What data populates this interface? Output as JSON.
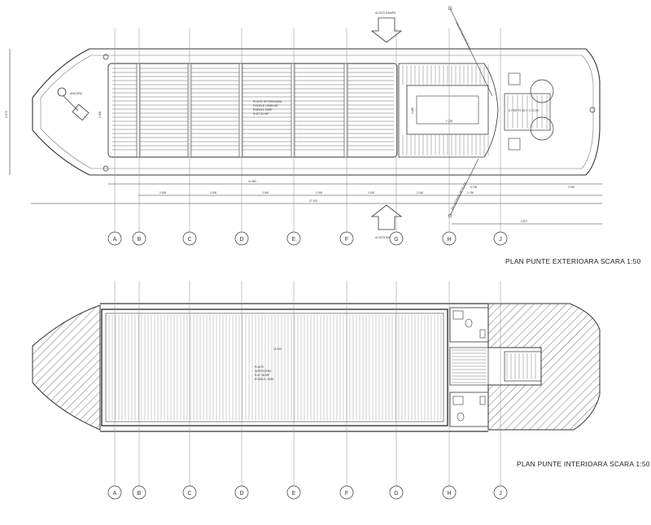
{
  "top_plan": {
    "title": "PLAN PUNTE EXTERIOARA SCARA 1:50",
    "label_anchor": "ANCORA",
    "label_ramp_top": "ACCES RAMPA",
    "label_ramp_bottom": "ACCES RAMPA",
    "label_deck": [
      "PUNTE EXTERIOARA",
      "PODELE LEMN DE",
      "ESENTA TARE",
      "S=87.20 MP"
    ],
    "label_stair": "8 TREPTE 25 X 17.5 CM",
    "label_diag_top": "BALUSTRADA METALICA",
    "label_diag_bottom": "BALUSTRADA METALICA",
    "dimensions": {
      "height": "3.570",
      "height_inner": "2.800",
      "inner_width": "2.860",
      "stair_h": "2.225",
      "overall_inner": "11.360",
      "bays": [
        "2.000",
        "2.000",
        "2.000",
        "2.000",
        "2.000",
        "2.010"
      ],
      "bay_h": "1.750",
      "bay_j": "5.726",
      "bay_end": "2.390",
      "overall": "27.100",
      "bottom_right": "3.877"
    }
  },
  "bottom_plan": {
    "title": "PLAN PUNTE INTERIOARA SCARA 1:50",
    "label_deck": [
      "PUNTE",
      "INTERIOARA",
      "S=67.35 MP",
      "PODELE LEMN"
    ],
    "dim_inner": "11.030"
  },
  "axes": [
    "A",
    "B",
    "C",
    "D",
    "E",
    "F",
    "G",
    "H",
    "J"
  ],
  "colors": {
    "line": "#333333",
    "light": "#888888"
  }
}
